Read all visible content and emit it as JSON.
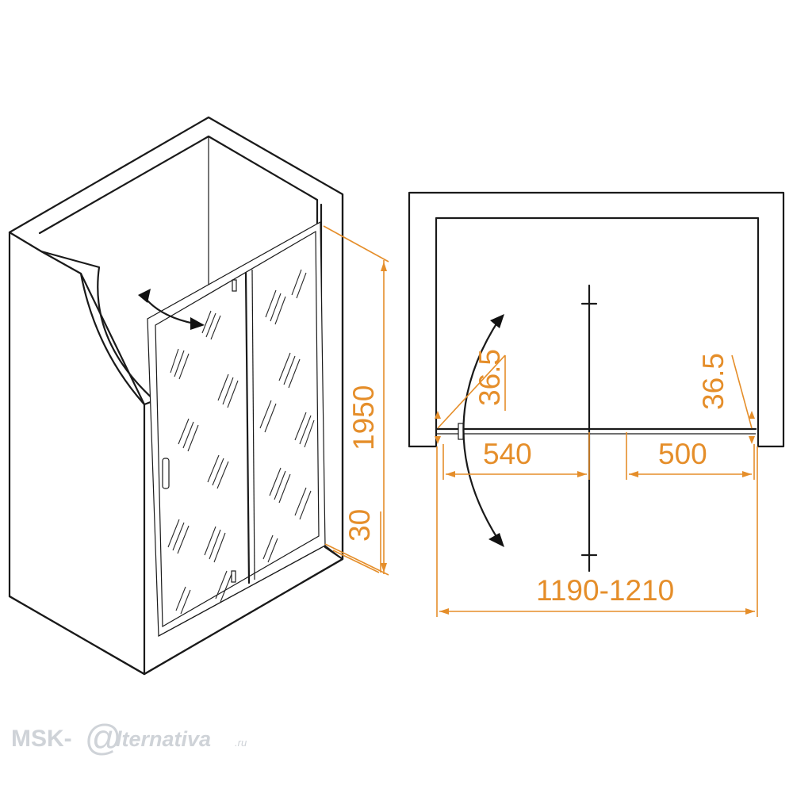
{
  "dimensions": {
    "height_total": "1950",
    "height_base": "30",
    "offset_left": "36.5",
    "offset_right": "36.5",
    "width_fixed": "540",
    "width_door": "500",
    "width_range": "1190-1210"
  },
  "watermark": {
    "brand": "MSK-",
    "at_sign": "@",
    "tail": "lternativa",
    "domain": ".ru"
  },
  "colors": {
    "dimension": "#e58e2a",
    "outline": "#1a1a1a",
    "watermark": "#cfd3d8"
  },
  "icons": [
    "swing-arrow-icon",
    "swing-arrow-icon"
  ]
}
